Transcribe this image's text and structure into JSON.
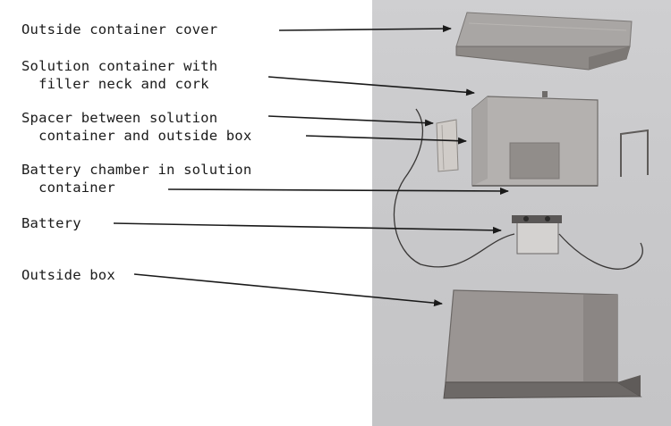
{
  "labels": {
    "cover": "Outside container cover",
    "solution_1": "Solution container with",
    "solution_2": "  filler neck and cork",
    "spacer_1": "Spacer between solution",
    "spacer_2": "  container and outside box",
    "chamber_1": "Battery chamber in solution",
    "chamber_2": "  container",
    "battery": "Battery",
    "outside_box": "Outside box"
  },
  "colors": {
    "ink": "#1a1a1a",
    "photo_bg": "#c9c9cb"
  }
}
